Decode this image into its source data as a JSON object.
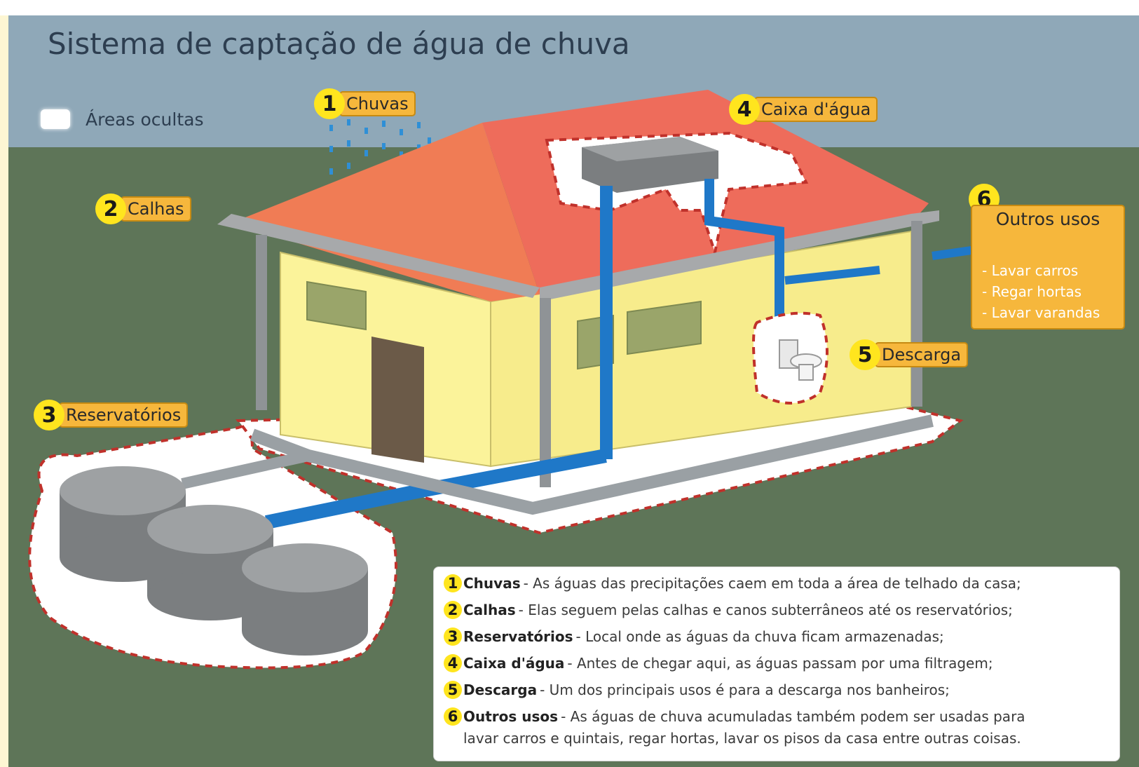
{
  "title": "Sistema de captação de água de chuva",
  "legend": {
    "label": "Áreas ocultas"
  },
  "callouts": {
    "chuvas": {
      "num": "1",
      "label": "Chuvas"
    },
    "calhas": {
      "num": "2",
      "label": "Calhas"
    },
    "reservatorios": {
      "num": "3",
      "label": "Reservatórios"
    },
    "caixa": {
      "num": "4",
      "label": "Caixa d'água"
    },
    "descarga": {
      "num": "5",
      "label": "Descarga"
    },
    "outros": {
      "num": "6",
      "title": "Outros usos",
      "items": [
        "- Lavar carros",
        "- Regar hortas",
        "- Lavar varandas"
      ]
    }
  },
  "descriptions": [
    {
      "num": "1",
      "term": "Chuvas",
      "text": "- As águas das precipitações caem em toda a área de telhado da casa;"
    },
    {
      "num": "2",
      "term": "Calhas",
      "text": "- Elas seguem pelas calhas e canos subterrâneos até os reservatórios;"
    },
    {
      "num": "3",
      "term": "Reservatórios",
      "text": "- Local onde as águas da chuva ficam armazenadas;"
    },
    {
      "num": "4",
      "term": "Caixa d'água",
      "text": "- Antes de chegar aqui, as águas passam por uma filtragem;"
    },
    {
      "num": "5",
      "term": "Descarga",
      "text": "- Um dos principais usos é para a descarga nos banheiros;"
    },
    {
      "num": "6",
      "term": "Outros usos",
      "text": "- As águas de chuva acumuladas também podem ser usadas para",
      "continuation": "lavar carros e quintais, regar hortas, lavar os pisos da casa entre outras coisas."
    }
  ],
  "colors": {
    "sky": "#8fa8b8",
    "ground": "#5e7558",
    "wall": "#fbf39a",
    "roof": "#ee6c5b",
    "pipe_blue": "#1f78c8",
    "pipe_gray": "#9aa0a4",
    "hidden_dash": "#c0312b",
    "callout": "#f6b73c",
    "badge": "#ffe51e"
  }
}
